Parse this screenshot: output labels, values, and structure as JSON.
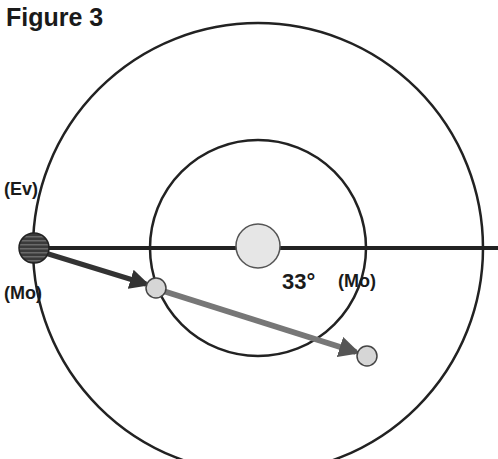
{
  "diagram": {
    "title": "Figure 3",
    "labels": [
      "(Ev)",
      "(Mo)",
      "33°",
      "(Mo)"
    ]
  }
}
